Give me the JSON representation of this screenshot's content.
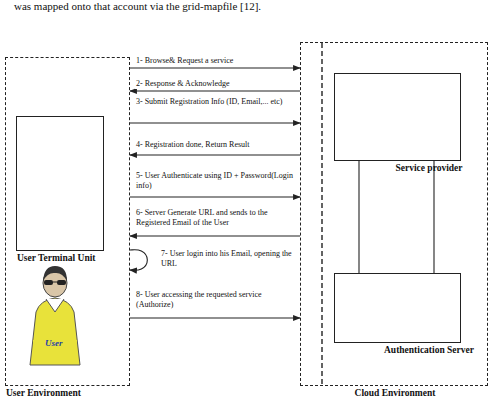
{
  "diagram": {
    "nodes": [
      {
        "text": [
          "User Environment"
        ]
      },
      {
        "text": [
          "User Terminal Unit"
        ],
        "in": 0
      },
      {
        "text": [
          "Cloud Environment"
        ]
      },
      {
        "text": [
          "Service provider"
        ],
        "in": 2
      },
      {
        "text": [
          "Authentication Server"
        ],
        "in": 2
      }
    ],
    "edges": [
      {
        "from": 0,
        "to": 2,
        "arrow": "to",
        "label": "1- Browse& Request a service"
      },
      {
        "from": 2,
        "to": 0,
        "arrow": "to",
        "label": "2- Response & Acknowledge"
      },
      {
        "from": 0,
        "to": 2,
        "arrow": "to",
        "label": "3- Submit Registration Info (ID, Email,... etc)"
      },
      {
        "from": 2,
        "to": 0,
        "arrow": "to",
        "label": "4- Registration done, Return Result"
      },
      {
        "from": 0,
        "to": 2,
        "arrow": "to",
        "label": "5- User Authenticate using ID + Password(Login info)"
      },
      {
        "from": 2,
        "to": 0,
        "arrow": "to",
        "label": "6- Server Generate URL and sends to the Registered Email of the User"
      },
      {
        "from": 0,
        "to": 0,
        "arrow": "to",
        "label": "7- User login into his Email, opening the URL"
      },
      {
        "from": 0,
        "to": 2,
        "arrow": "to",
        "label": "8- User accessing the requested service (Authorize)"
      },
      {
        "from": 3,
        "to": 4,
        "arrow": "none"
      },
      {
        "from": 3,
        "to": 4,
        "arrow": "none"
      }
    ],
    "labels": [
      "was mapped onto that account via the grid-mapfile [12].",
      "User"
    ]
  }
}
